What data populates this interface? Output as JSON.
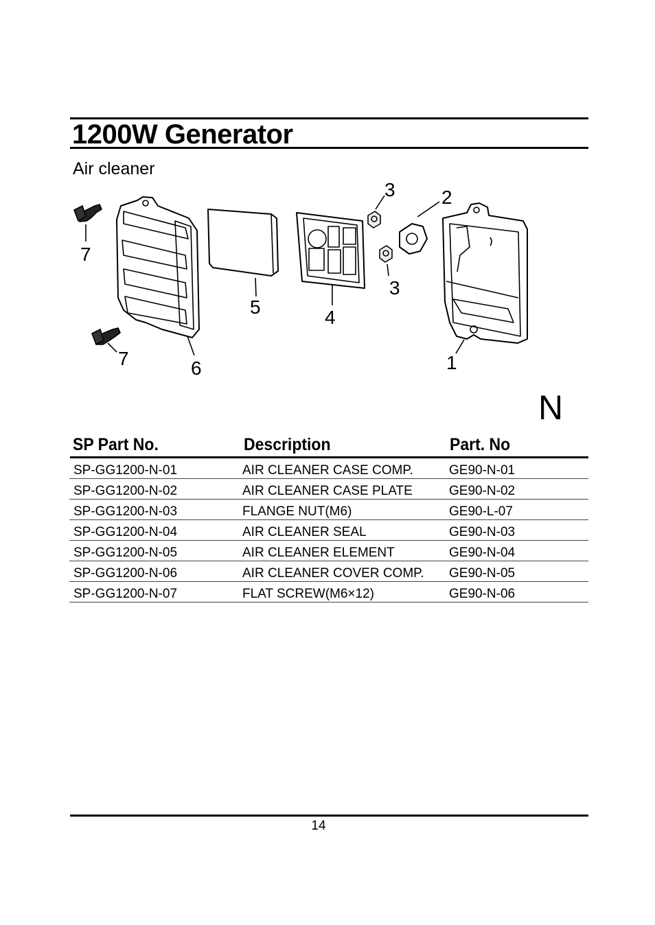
{
  "document": {
    "title": "1200W Generator",
    "subtitle": "Air cleaner",
    "section_letter": "N",
    "page_number": "14"
  },
  "diagram": {
    "callouts": [
      "1",
      "2",
      "3",
      "3",
      "4",
      "5",
      "6",
      "7",
      "7"
    ]
  },
  "table": {
    "headers": [
      "SP Part No.",
      "Description",
      "Part. No"
    ],
    "rows": [
      [
        "SP-GG1200-N-01",
        "AIR CLEANER CASE COMP.",
        "GE90-N-01"
      ],
      [
        "SP-GG1200-N-02",
        "AIR CLEANER CASE PLATE",
        "GE90-N-02"
      ],
      [
        "SP-GG1200-N-03",
        "FLANGE NUT(M6)",
        "GE90-L-07"
      ],
      [
        "SP-GG1200-N-04",
        "AIR CLEANER SEAL",
        "GE90-N-03"
      ],
      [
        "SP-GG1200-N-05",
        "AIR CLEANER ELEMENT",
        "GE90-N-04"
      ],
      [
        "SP-GG1200-N-06",
        "AIR CLEANER COVER COMP.",
        "GE90-N-05"
      ],
      [
        "SP-GG1200-N-07",
        "FLAT SCREW(M6×12)",
        "GE90-N-06"
      ]
    ]
  }
}
